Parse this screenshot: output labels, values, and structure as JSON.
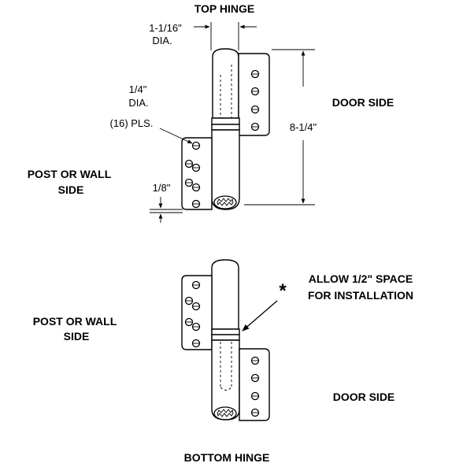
{
  "top_hinge": {
    "title": "TOP HINGE",
    "diameter_line1": "1-1/16\"",
    "diameter_line2": "DIA.",
    "hole_line1": "1/4\"",
    "hole_line2": "DIA.",
    "hole_line3": "(16) PLS.",
    "door_side": "DOOR SIDE",
    "height": "8-1/4\"",
    "post_side_line1": "POST OR WALL",
    "post_side_line2": "SIDE",
    "gap": "1/8\""
  },
  "bottom_hinge": {
    "title": "BOTTOM HINGE",
    "note_marker": "*",
    "note_line1": "ALLOW 1/2\" SPACE",
    "note_line2": "FOR INSTALLATION",
    "post_side_line1": "POST OR WALL",
    "post_side_line2": "SIDE",
    "door_side": "DOOR SIDE"
  }
}
